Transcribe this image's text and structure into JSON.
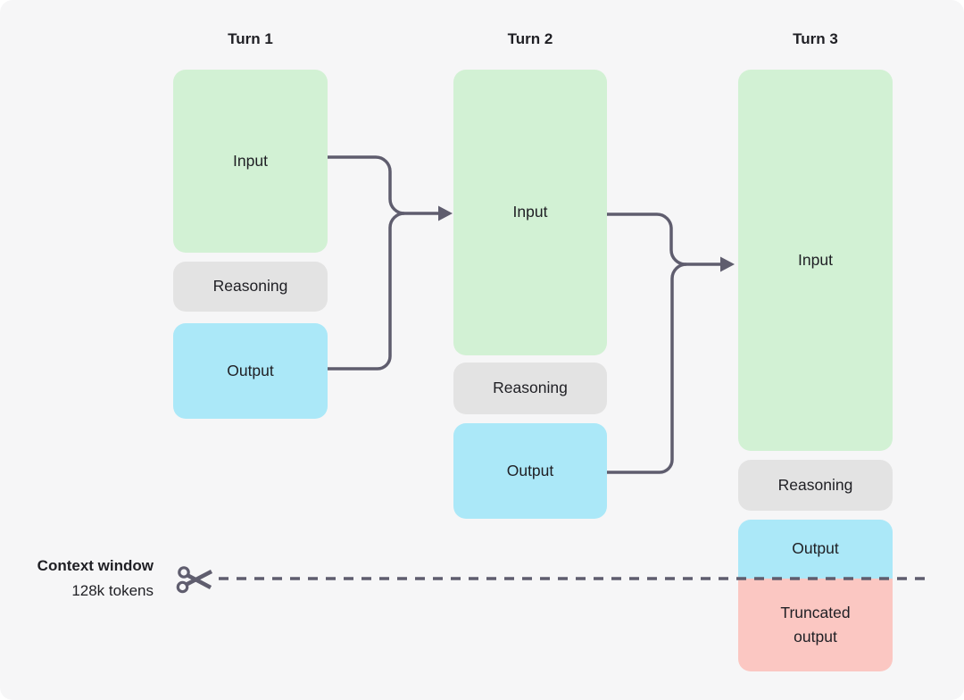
{
  "diagram": {
    "description": "Context window usage across chat turns"
  },
  "turns": [
    {
      "title": "Turn 1",
      "boxes": [
        {
          "type": "input",
          "label": "Input"
        },
        {
          "type": "reasoning",
          "label": "Reasoning"
        },
        {
          "type": "output",
          "label": "Output"
        }
      ]
    },
    {
      "title": "Turn 2",
      "boxes": [
        {
          "type": "input",
          "label": "Input"
        },
        {
          "type": "reasoning",
          "label": "Reasoning"
        },
        {
          "type": "output",
          "label": "Output"
        }
      ]
    },
    {
      "title": "Turn 3",
      "boxes": [
        {
          "type": "input",
          "label": "Input"
        },
        {
          "type": "reasoning",
          "label": "Reasoning"
        },
        {
          "type": "output",
          "label": "Output"
        },
        {
          "type": "truncated-output",
          "label": "Truncated output"
        }
      ]
    }
  ],
  "context_window": {
    "title": "Context window",
    "subtitle": "128k tokens",
    "icon": "scissors-icon"
  },
  "colors": {
    "background": "#f6f6f7",
    "input_fill": "#d2f1d4",
    "reasoning_fill": "#e3e3e3",
    "output_fill": "#abe8f8",
    "truncated_fill": "#fbc7c2",
    "connector": "#5f5d6e",
    "text": "#1f1f24"
  }
}
